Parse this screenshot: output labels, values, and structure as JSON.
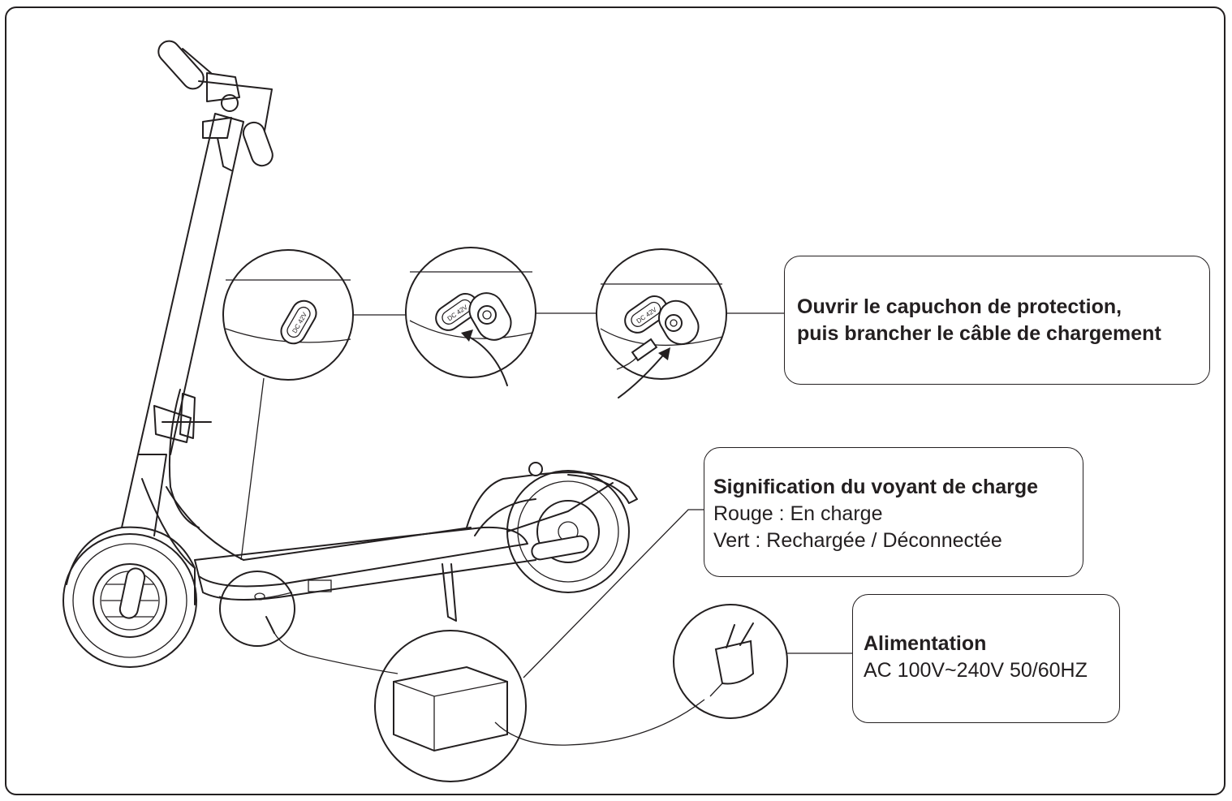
{
  "callouts": {
    "charging_port": {
      "line1": "Ouvrir le capuchon de protection,",
      "line2": "puis brancher le câble de chargement"
    },
    "indicator": {
      "title": "Signification du voyant de charge",
      "line1": "Rouge : En charge",
      "line2": "Vert : Rechargée / Déconnectée"
    },
    "power": {
      "title": "Alimentation",
      "line1": "AC 100V~240V 50/60HZ"
    }
  },
  "port_label": "DC 42V",
  "icons": [
    "electric-scooter",
    "charging-port",
    "protective-cap",
    "charger-brick",
    "eu-plug",
    "insert-arrow"
  ]
}
